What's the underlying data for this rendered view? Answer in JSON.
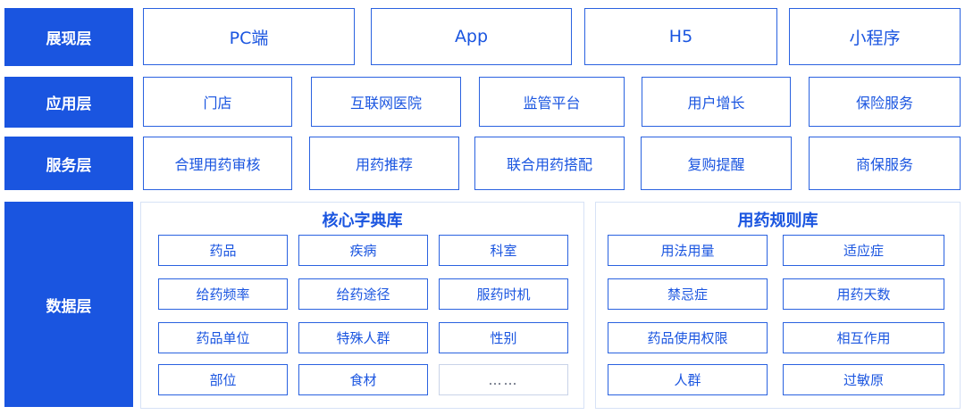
{
  "layers": {
    "presentation": {
      "label": "展现层",
      "items": [
        "PC端",
        "App",
        "H5",
        "小程序"
      ]
    },
    "application": {
      "label": "应用层",
      "items": [
        "门店",
        "互联网医院",
        "监管平台",
        "用户增长",
        "保险服务"
      ]
    },
    "service": {
      "label": "服务层",
      "items": [
        "合理用药审核",
        "用药推荐",
        "联合用药搭配",
        "复购提醒",
        "商保服务"
      ]
    },
    "data": {
      "label": "数据层",
      "core_dictionary": {
        "title": "核心字典库",
        "items": [
          "药品",
          "疾病",
          "科室",
          "给药频率",
          "给药途径",
          "服药时机",
          "药品单位",
          "特殊人群",
          "性别",
          "部位",
          "食材",
          "……"
        ]
      },
      "rule_library": {
        "title": "用药规则库",
        "items": [
          "用法用量",
          "适应症",
          "禁忌症",
          "用药天数",
          "药品使用权限",
          "相互作用",
          "人群",
          "过敏原"
        ]
      }
    }
  },
  "colors": {
    "accent": "#1a55e0",
    "border": "#2a62e0",
    "panel_border": "#d7e2f6"
  }
}
